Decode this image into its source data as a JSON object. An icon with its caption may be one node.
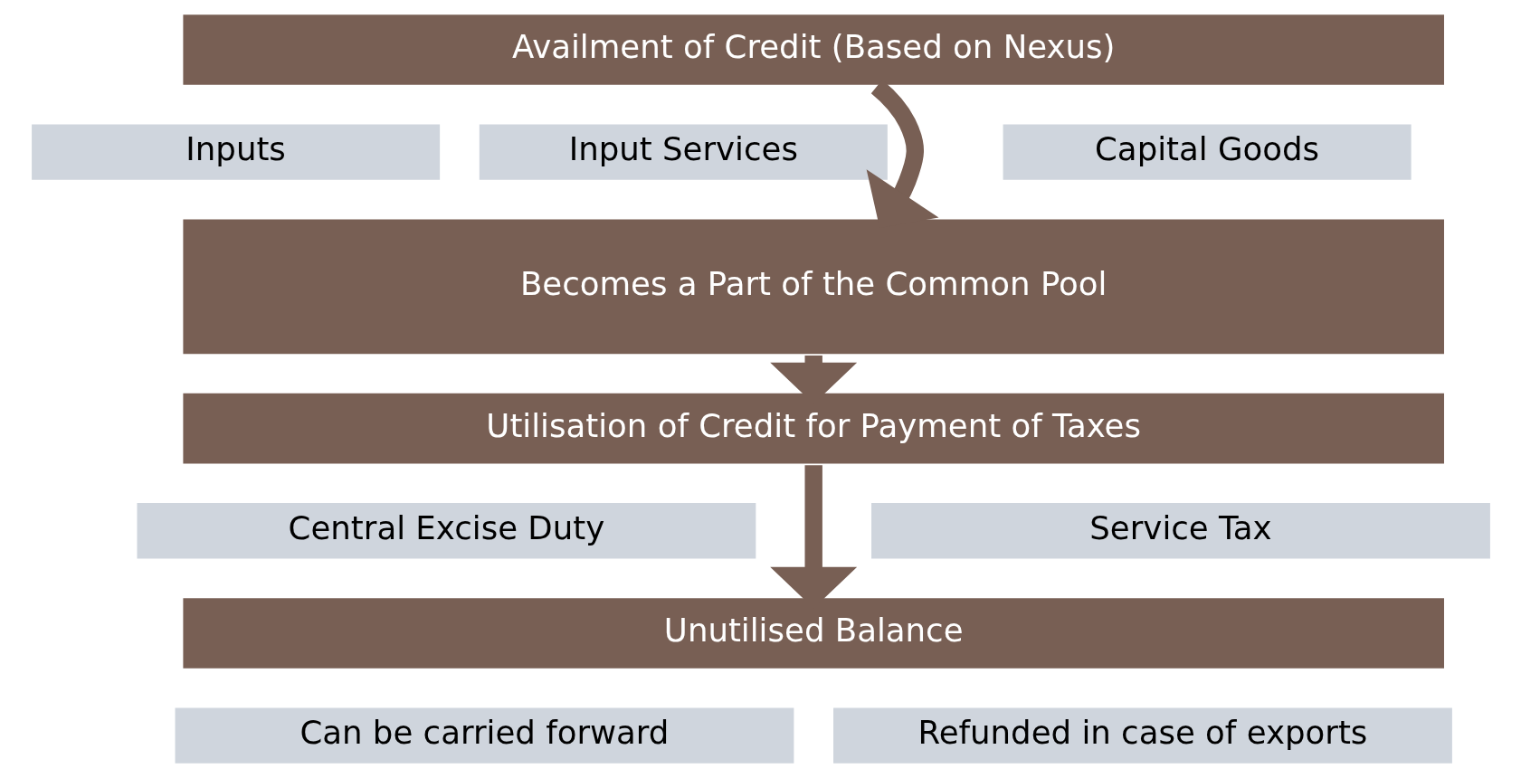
{
  "diagram": {
    "nodes": [
      {
        "text": [
          "Availment of Credit (Based on Nexus)"
        ]
      },
      {
        "text": [
          "Inputs"
        ]
      },
      {
        "text": [
          "Input Services"
        ]
      },
      {
        "text": [
          "Capital Goods"
        ]
      },
      {
        "text": [
          "Becomes a Part of the Common Pool"
        ]
      },
      {
        "text": [
          "Utilisation of Credit for Payment of Taxes"
        ]
      },
      {
        "text": [
          "Central Excise Duty"
        ]
      },
      {
        "text": [
          "Service Tax"
        ]
      },
      {
        "text": [
          "Unutilised Balance"
        ]
      },
      {
        "text": [
          "Can be carried forward"
        ]
      },
      {
        "text": [
          "Refunded in case of exports"
        ]
      }
    ],
    "edges": [
      {
        "from": 0,
        "to": 4,
        "arrow": "to"
      },
      {
        "from": 4,
        "to": 5,
        "arrow": "to"
      },
      {
        "from": 5,
        "to": 8,
        "arrow": "to"
      }
    ]
  }
}
